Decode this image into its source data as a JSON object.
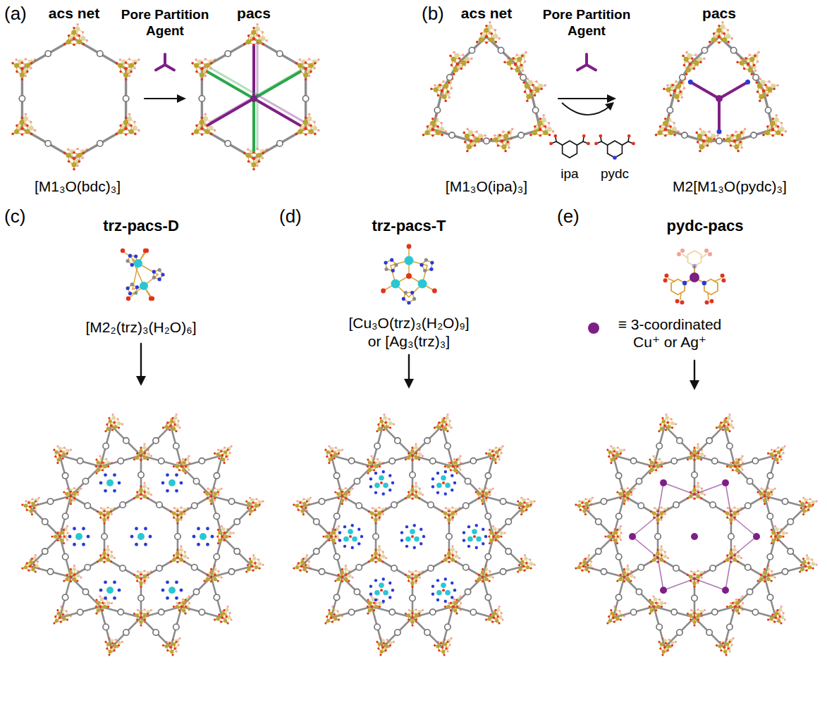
{
  "diagram": {
    "labels": [
      "(a)",
      "acs net",
      "Pore Partition Agent",
      "pacs",
      "[M1₃O(bdc)₃]",
      "(b)",
      "acs net",
      "Pore Partition Agent",
      "pacs",
      "ipa",
      "pydc",
      "[M1₃O(ipa)₃]",
      "M2[M1₃O(pydc)₃]",
      "(c)",
      "trz-pacs-D",
      "[M2₂(trz)₃(H₂O)₆]",
      "(d)",
      "trz-pacs-T",
      "[Cu₃O(trz)₃(H₂O)₉]",
      "or [Ag₃(trz)₃]",
      "(e)",
      "pydc-pacs",
      "≡ 3-coordinated Cu⁺ or Ag⁺"
    ]
  }
}
